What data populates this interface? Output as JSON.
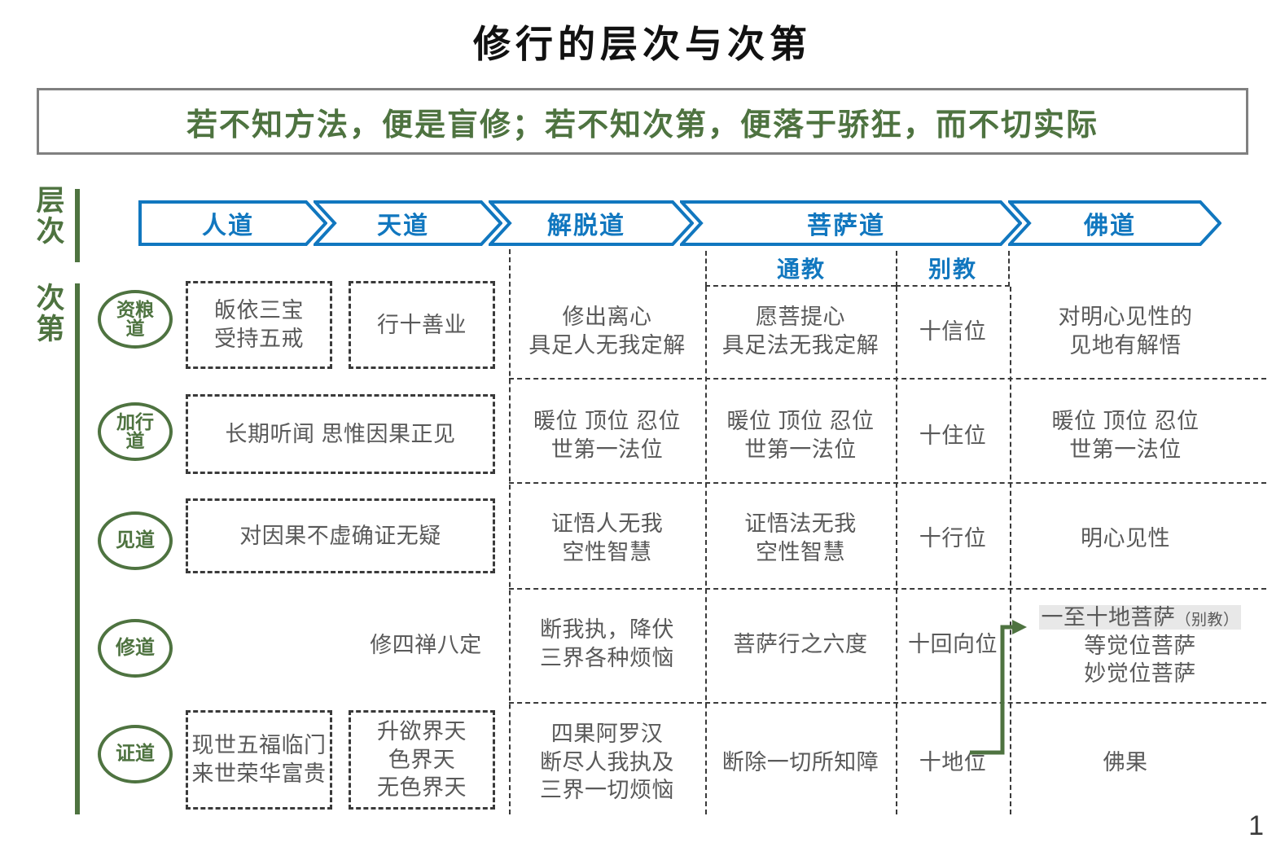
{
  "title": "修行的层次与次第",
  "subtitle": "若不知方法，便是盲修；若不知次第，便落于骄狂，而不切实际",
  "axis": {
    "level_label": "层\n次",
    "order_label": "次\n第"
  },
  "colors": {
    "blue": "#1177BF",
    "green": "#4E7340",
    "text_gray": "#595959",
    "border_gray": "#808080",
    "dashed": "#3a3a3a",
    "highlight": "#e8e8e8"
  },
  "paths": [
    {
      "name": "人道",
      "key": "rendao"
    },
    {
      "name": "天道",
      "key": "tiandao"
    },
    {
      "name": "解脱道",
      "key": "jietuodao"
    },
    {
      "name": "菩萨道",
      "key": "pusadao"
    },
    {
      "name": "佛道",
      "key": "fodao"
    }
  ],
  "subheaders": [
    {
      "name": "通教"
    },
    {
      "name": "别教"
    }
  ],
  "stages": [
    {
      "label": "资粮\n道"
    },
    {
      "label": "加行\n道"
    },
    {
      "label": "见道"
    },
    {
      "label": "修道"
    },
    {
      "label": "证道"
    }
  ],
  "rows": [
    {
      "stage": "资粮道",
      "cells": {
        "rendao": "皈依三宝\n受持五戒",
        "tiandao": "行十善业",
        "jietuodao": "修出离心\n具足人无我定解",
        "tongjiao": "愿菩提心\n具足法无我定解",
        "biejiao": "十信位",
        "fodao": "对明心见性的\n见地有解悟"
      }
    },
    {
      "stage": "加行道",
      "cells": {
        "ren_tian_merged": "长期听闻  思惟因果正见",
        "jietuodao": "暖位 顶位 忍位\n世第一法位",
        "tongjiao": "暖位 顶位 忍位\n世第一法位",
        "biejiao": "十住位",
        "fodao": "暖位 顶位 忍位\n世第一法位"
      }
    },
    {
      "stage": "见道",
      "cells": {
        "ren_tian_merged": "对因果不虚确证无疑",
        "jietuodao": "证悟人无我\n空性智慧",
        "tongjiao": "证悟法无我\n空性智慧",
        "biejiao": "十行位",
        "fodao": "明心见性"
      }
    },
    {
      "stage": "修道",
      "cells": {
        "rendao": "",
        "tiandao": "修四禅八定",
        "jietuodao": "断我执，降伏\n三界各种烦恼",
        "tongjiao": "菩萨行之六度",
        "biejiao": "十回向位",
        "fodao_highlight": "一至十地菩萨",
        "fodao_highlight_note": "（别教）",
        "fodao_rest": "等觉位菩萨\n妙觉位菩萨"
      }
    },
    {
      "stage": "证道",
      "cells": {
        "rendao": "现世五福临门\n来世荣华富贵",
        "tiandao": "升欲界天\n色界天\n无色界天",
        "jietuodao": "四果阿罗汉\n断尽人我执及\n三界一切烦恼",
        "tongjiao": "断除一切所知障",
        "biejiao": "十地位",
        "fodao": "佛果"
      }
    }
  ],
  "page_number": "1"
}
